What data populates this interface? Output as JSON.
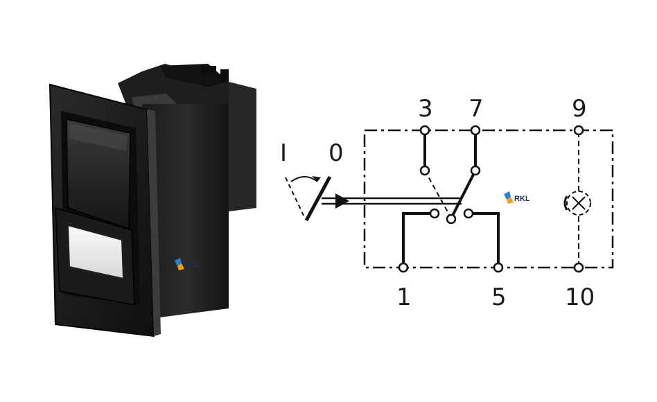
{
  "diagram": {
    "terminals_top": [
      {
        "id": "t3",
        "label": "3"
      },
      {
        "id": "t7",
        "label": "7"
      },
      {
        "id": "t9",
        "label": "9"
      }
    ],
    "terminals_bottom": [
      {
        "id": "t1",
        "label": "1"
      },
      {
        "id": "t5",
        "label": "5"
      },
      {
        "id": "t10",
        "label": "10"
      }
    ],
    "positions": {
      "on": "I",
      "off": "0"
    }
  },
  "watermark": {
    "photo": "RKL",
    "diagram": "RKL",
    "colors": {
      "text": "#1f2f4a",
      "blue": "#2a7fd4",
      "orange": "#f0a020"
    }
  },
  "photo": {
    "subject": "black rocker switch"
  }
}
